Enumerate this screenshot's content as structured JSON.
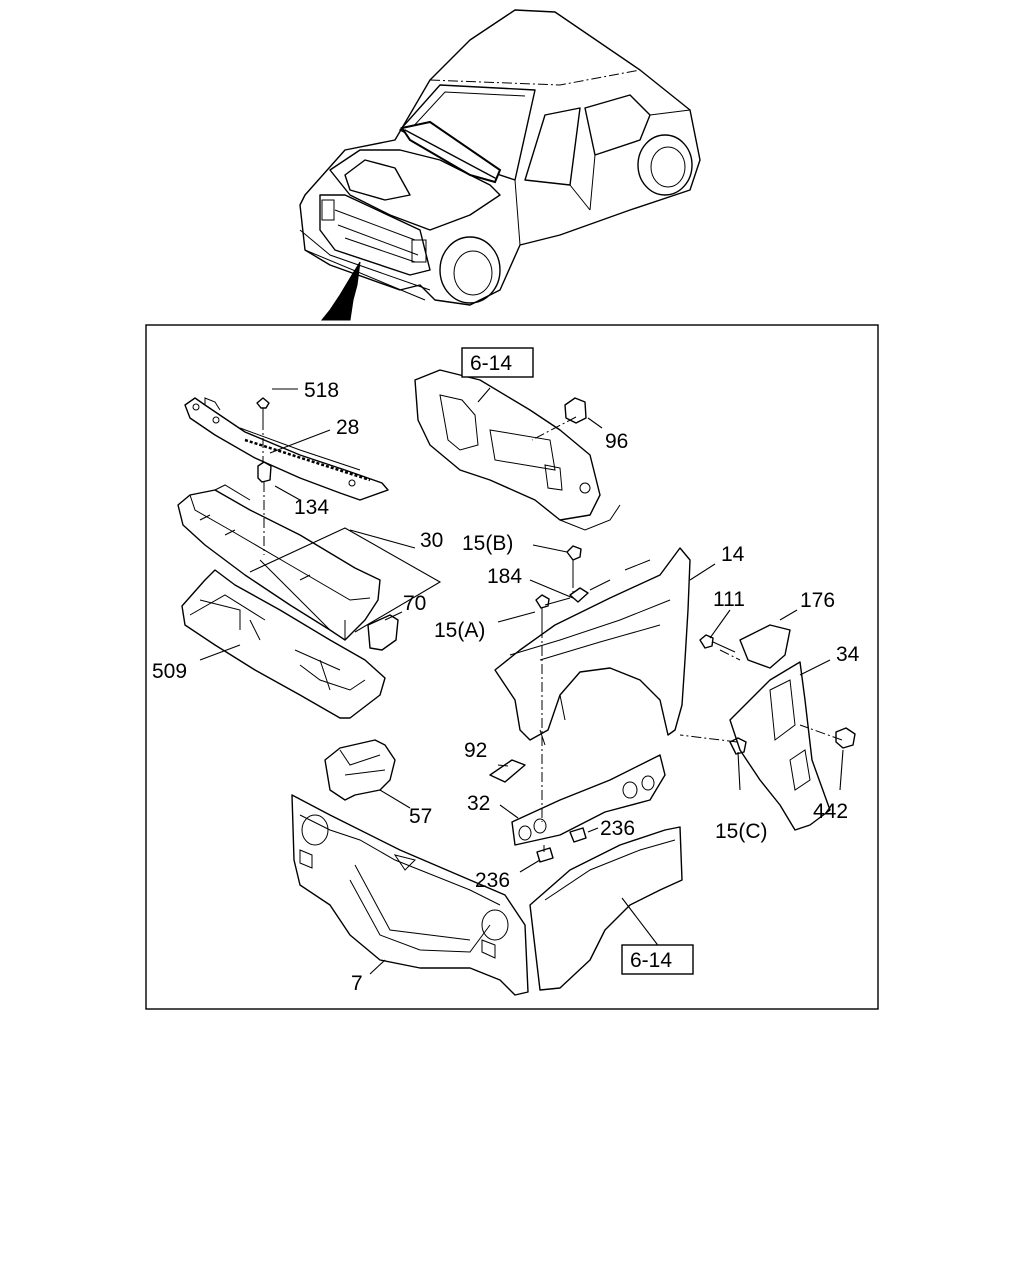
{
  "callouts": {
    "c518": "518",
    "c28": "28",
    "c134": "134",
    "c30": "30",
    "c70": "70",
    "c509": "509",
    "c96": "96",
    "c15b": "15(B)",
    "c184": "184",
    "c15a": "15(A)",
    "c14": "14",
    "c111": "111",
    "c176": "176",
    "c34": "34",
    "c92": "92",
    "c32": "32",
    "c236a": "236",
    "c236b": "236",
    "c442": "442",
    "c15c": "15(C)",
    "c57": "57",
    "c7": "7"
  },
  "references": {
    "ref_top": "6-14",
    "ref_bottom": "6-14"
  }
}
